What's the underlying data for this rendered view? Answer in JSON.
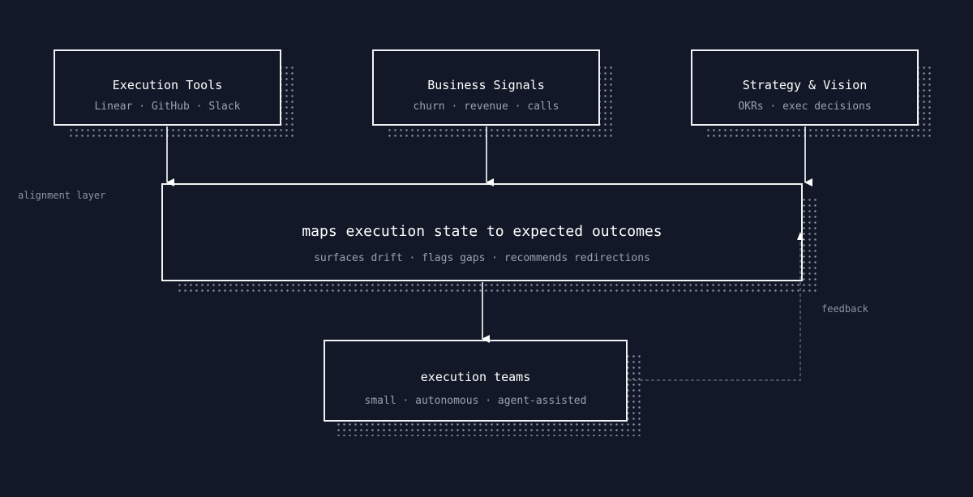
{
  "colors": {
    "background": "#121827",
    "box_border": "#f2f3f5",
    "text_primary": "#ffffff",
    "text_secondary": "#9aa1ad",
    "feedback_line": "#6b7280"
  },
  "nodes": {
    "execution_tools": {
      "title": "Execution Tools",
      "subtitle": "Linear · GitHub · Slack"
    },
    "business_signals": {
      "title": "Business Signals",
      "subtitle": "churn · revenue · calls"
    },
    "strategy_vision": {
      "title": "Strategy & Vision",
      "subtitle": "OKRs · exec decisions"
    },
    "alignment": {
      "title": "maps execution state to expected outcomes",
      "subtitle": "surfaces drift · flags gaps · recommends redirections"
    },
    "execution_teams": {
      "title": "execution teams",
      "subtitle": "small · autonomous · agent-assisted"
    }
  },
  "labels": {
    "alignment_layer": "alignment layer",
    "feedback": "feedback"
  }
}
